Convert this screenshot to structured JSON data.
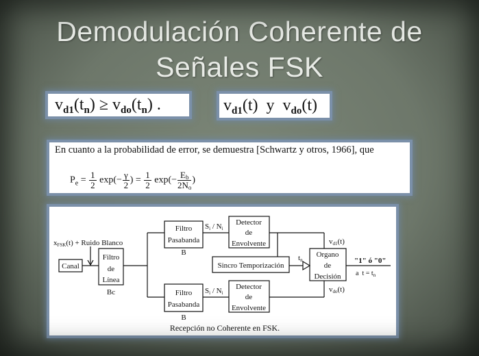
{
  "slide": {
    "title_line1": "Demodulación Coherente de",
    "title_line2": "Señales FSK"
  },
  "equation1": {
    "v": "v",
    "sub1": "d1",
    "arg1": "(t",
    "argsub1": "n",
    "mid": ") ≥ v",
    "sub2": "do",
    "arg2": "(t",
    "argsub2": "n",
    "end": ") ."
  },
  "equation2": {
    "v1": "v",
    "sub1": "d1",
    "t1": "(t)  y  v",
    "sub2": "do",
    "t2": "(t)"
  },
  "error_text": {
    "sentence": "En cuanto a la probabilidad de error, se demuestra [Schwartz y otros, 1966], que",
    "pe": "P",
    "pe_sub": "e",
    "eq_a": " = ",
    "half": "1",
    "two": "2",
    "exp1": " exp(−",
    "gamma": "γ",
    "close1": ") = ",
    "exp2": " exp(−",
    "eb": "E",
    "eb_sub": "b",
    "twon": "2N",
    "twon_sub": "o",
    "close2": ")"
  },
  "diagram": {
    "input_label": "x",
    "input_sub": "FSK",
    "input_rest": "(t) + Ruido Blanco",
    "canal": "Canal",
    "line_filter": [
      "Filtro",
      "de",
      "Línea"
    ],
    "line_filter_bw": "Bc",
    "bandpass": [
      "Filtro",
      "Pasabanda"
    ],
    "bandpass_bw": "B",
    "snr": "S",
    "snr_sub": "i",
    "snr_mid": " / N",
    "detector": [
      "Detector",
      "de",
      "Envolvente"
    ],
    "sync": "Sincro Temporización",
    "tn": "t",
    "tn_sub": "n",
    "decision": [
      "Organo",
      "de",
      "Decisión"
    ],
    "vd1": "v",
    "vd1_sub": "d1",
    "vdo_sub": "do",
    "v_arg": "(t)",
    "output": "\"1\" ó \"0\"",
    "output_time": "a  t = t",
    "caption": "Recepción no Coherente en FSK."
  }
}
